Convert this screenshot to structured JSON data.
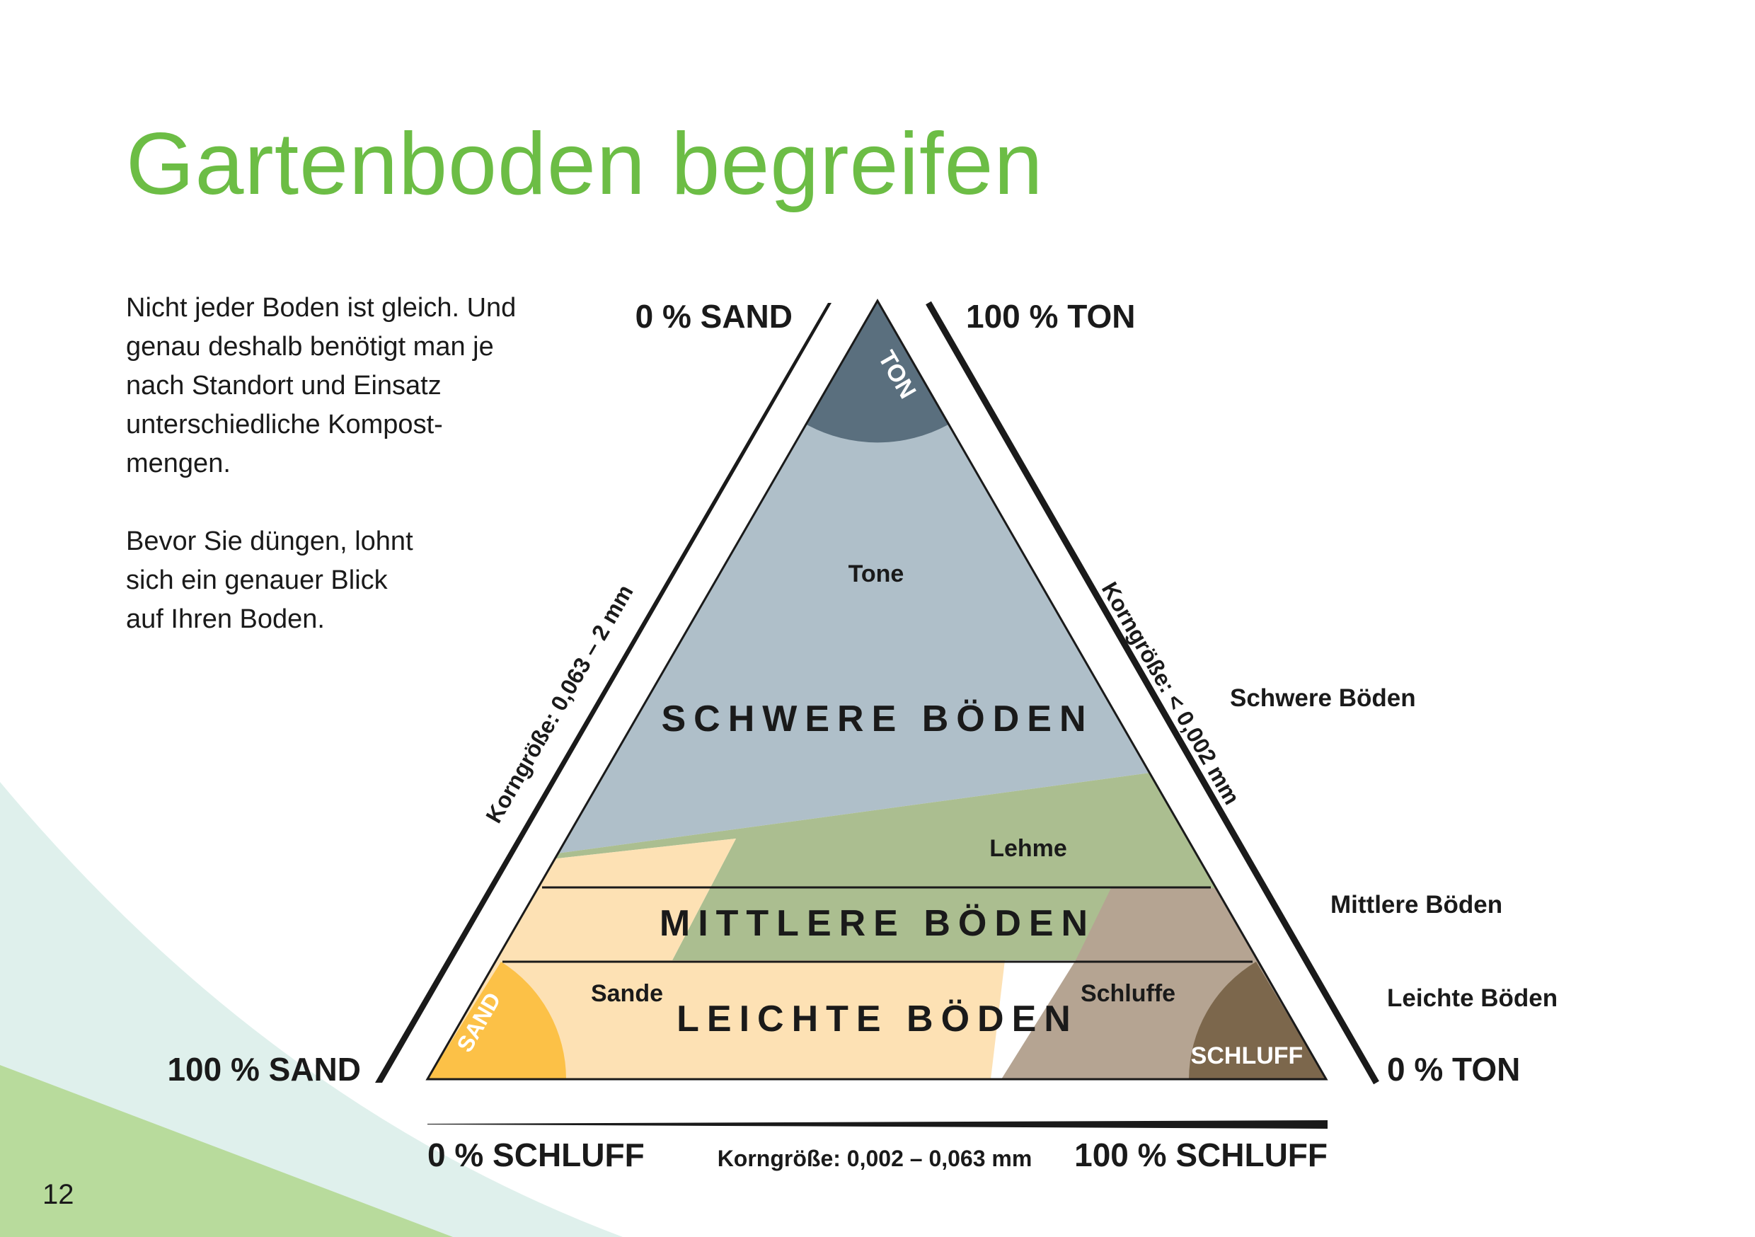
{
  "page": {
    "title": "Gartenboden begreifen",
    "intro": "Nicht jeder Boden ist gleich. Und\ngenau deshalb benötigt man je\nnach Standort und Einsatz\nunterschiedliche Kompost-\nmengen.\n\nBevor Sie düngen, lohnt\nsich ein genauer Blick\nauf Ihren Boden.",
    "page_number": "12"
  },
  "diagram": {
    "corners": {
      "top_left": "0 % SAND",
      "top_right": "100 % TON",
      "bottom_left": "100 % SAND",
      "right": "0 % TON",
      "bottom_left_axis": "0 % SCHLUFF",
      "bottom_right_axis": "100 % SCHLUFF"
    },
    "axis_labels": {
      "left": "Korngröße: 0,063 – 2 mm",
      "right": "Korngröße: < 0,002 mm",
      "bottom": "Korngröße: 0,002 – 0,063 mm"
    },
    "bands": {
      "heavy": "SCHWERE BÖDEN",
      "medium": "MITTLERE BÖDEN",
      "light": "LEICHTE BÖDEN"
    },
    "regions": {
      "tone": "Tone",
      "lehme": "Lehme",
      "sande": "Sande",
      "schluffe": "Schluffe"
    },
    "corner_tags": {
      "ton": "TON",
      "sand": "SAND",
      "schluff": "SCHLUFF"
    },
    "legend": {
      "heavy": "Schwere Böden",
      "medium": "Mittlere Böden",
      "light": "Leichte Böden"
    }
  },
  "colors": {
    "title_green": "#6cbd45",
    "ton_dark": "#5a6f7e",
    "tone_light": "#afbfc9",
    "lehm_green": "#abbe90",
    "sand_cream": "#fde1b4",
    "sand_yellow": "#fcc147",
    "schluff_tan": "#b5a492",
    "schluff_brown": "#7c674c",
    "bg_mint": "#dff0ec",
    "bg_green": "#b8db9c",
    "ink": "#1a1a1a"
  }
}
